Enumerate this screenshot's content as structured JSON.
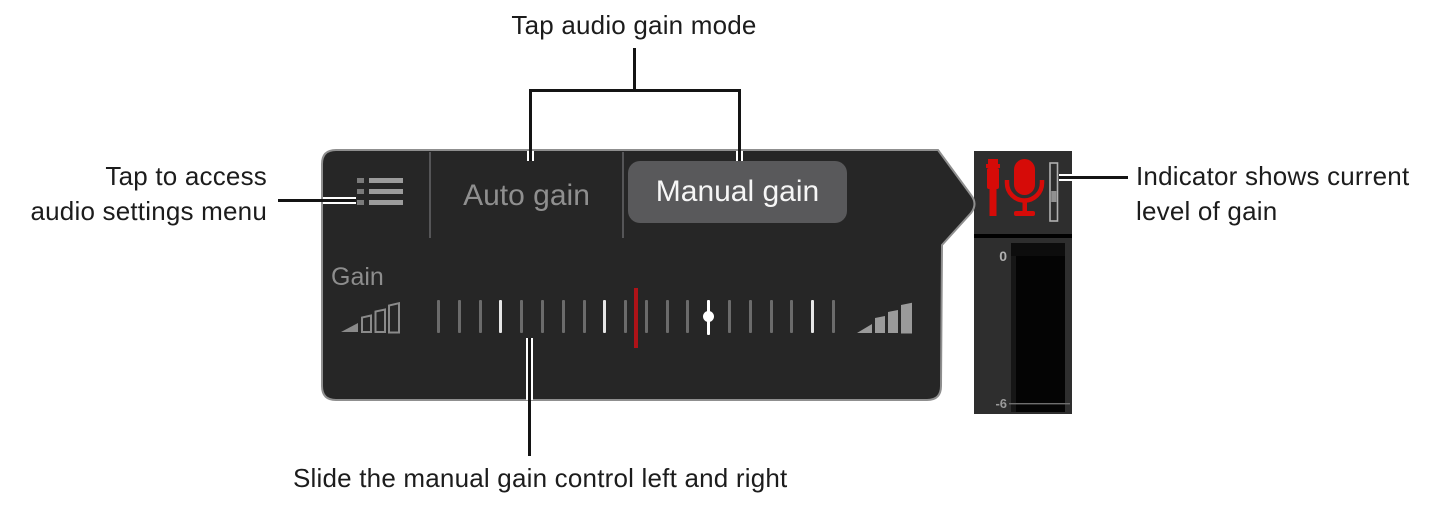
{
  "annotations": {
    "top_label": "Tap audio gain mode",
    "left_label_line1": "Tap to access",
    "left_label_line2": "audio settings menu",
    "right_label_line1": "Indicator shows current",
    "right_label_line2": "level of gain",
    "bottom_label": "Slide the manual gain control left and right"
  },
  "audio_panel": {
    "menu_icon": "list-menu-icon",
    "auto_gain_label": "Auto gain",
    "manual_gain_label": "Manual gain",
    "selected_mode": "Manual gain",
    "gain_label": "Gain",
    "min_icon": "volume-low-icon",
    "max_icon": "volume-high-icon"
  },
  "gain_slider": {
    "tick_count": 20,
    "bright_tick_indices": [
      3,
      8,
      18
    ],
    "handle_tick_index": 13,
    "red_marker_after_tick_index": 9
  },
  "level_meter": {
    "mic_icon": "external-mic-connected-icon",
    "indicator_icon": "gain-level-indicator",
    "scale_top_label": "0",
    "scale_bottom_label": "-6"
  },
  "colors": {
    "panel_bg": "#262626",
    "panel_outline": "#8f8f8f",
    "strip_bg": "#2e2e2e",
    "selected_button_bg": "#59595b",
    "inactive_text": "#8f8f8f",
    "active_text": "#f6f6f6",
    "tick_dim": "#6b6b6b",
    "tick_bright": "#e6e6e6",
    "red_marker": "#ae1318",
    "mic_red": "#d60b08",
    "annotation_text": "#1c1c1c"
  }
}
